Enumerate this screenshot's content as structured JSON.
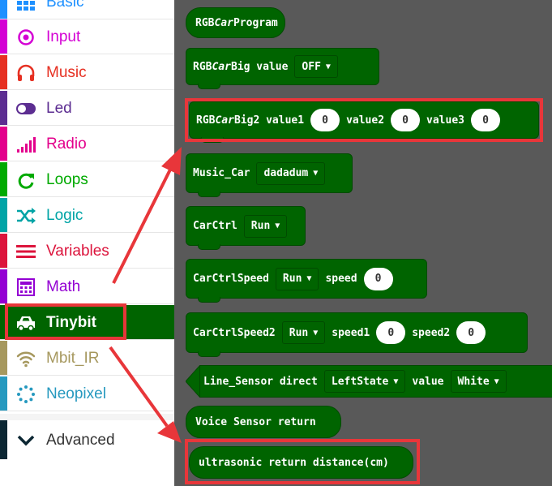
{
  "sidebar": {
    "categories": [
      {
        "label": "Basic",
        "color": "#1e90ff"
      },
      {
        "label": "Input",
        "color": "#d400d4"
      },
      {
        "label": "Music",
        "color": "#e63022"
      },
      {
        "label": "Led",
        "color": "#5c2d91"
      },
      {
        "label": "Radio",
        "color": "#e3008c"
      },
      {
        "label": "Loops",
        "color": "#00aa00"
      },
      {
        "label": "Logic",
        "color": "#00a4a6"
      },
      {
        "label": "Variables",
        "color": "#dc143c"
      },
      {
        "label": "Math",
        "color": "#9400d3"
      },
      {
        "label": "Tinybit",
        "color": "#006400"
      },
      {
        "label": "Mbit_IR",
        "color": "#a6985e"
      },
      {
        "label": "Neopixel",
        "color": "#2699bf"
      }
    ],
    "advanced_label": "Advanced"
  },
  "blocks": {
    "program": {
      "pre": "RGB ",
      "car": "Car",
      "post": " Program"
    },
    "big_value": {
      "pre": "RGB ",
      "car": "Car",
      "post": " Big value",
      "dropdown": "OFF"
    },
    "big2": {
      "pre": "RGB ",
      "car": "Car",
      "post": " Big2 value1",
      "value1": "0",
      "label2": "value2",
      "value2": "0",
      "label3": "value3",
      "value3": "0"
    },
    "music_car": {
      "label": "Music_Car",
      "dropdown": "dadadum"
    },
    "carctrl": {
      "label": "CarCtrl",
      "dropdown": "Run"
    },
    "carctrlspeed": {
      "label": "CarCtrlSpeed",
      "dropdown": "Run",
      "speed_label": "speed",
      "speed": "0"
    },
    "carctrlspeed2": {
      "label": "CarCtrlSpeed2",
      "dropdown": "Run",
      "speed1_label": "speed1",
      "speed1": "0",
      "speed2_label": "speed2",
      "speed2": "0"
    },
    "line_sensor": {
      "label": "Line_Sensor direct",
      "direction": "LeftState",
      "value_label": "value",
      "value": "White"
    },
    "voice_sensor": {
      "label": "Voice Sensor return"
    },
    "ultrasonic": {
      "label": "ultrasonic return distance(cm)"
    }
  },
  "colors": {
    "block": "#006400",
    "workspace": "#595959",
    "highlight": "#e8363a"
  }
}
